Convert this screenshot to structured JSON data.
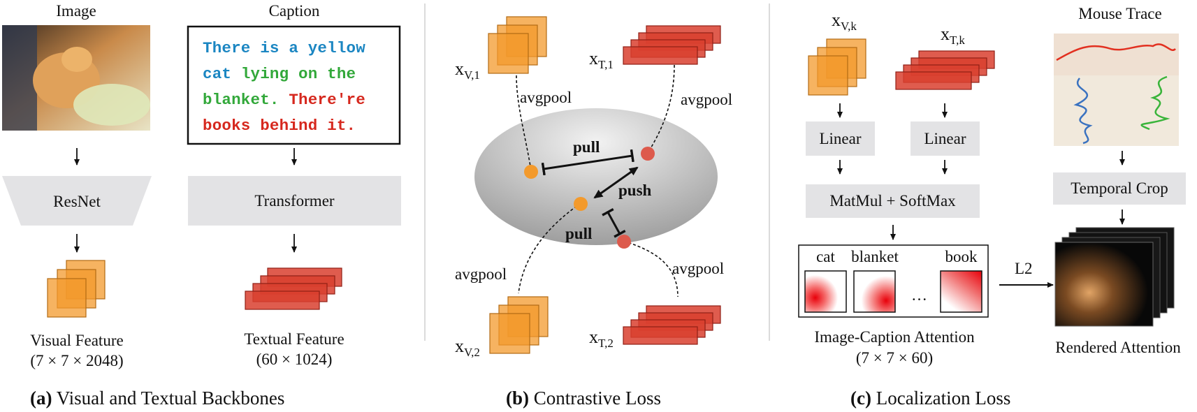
{
  "panel_a": {
    "image_title": "Image",
    "caption_title": "Caption",
    "caption_segments": [
      {
        "text": "There is a yellow",
        "color": "#1b86c2"
      },
      {
        "text": "cat",
        "color": "#1b86c2"
      },
      {
        "text": "lying on the",
        "color": "#32a83a"
      },
      {
        "text": "blanket.",
        "color": "#32a83a"
      },
      {
        "text": "There're",
        "color": "#d6281e"
      },
      {
        "text": "books behind it.",
        "color": "#d6281e"
      }
    ],
    "resnet": "ResNet",
    "transformer": "Transformer",
    "visual_feature": "Visual Feature",
    "visual_dims": "(7 × 7 × 2048)",
    "textual_feature": "Textual Feature",
    "textual_dims": "(60 × 1024)",
    "label_bold": "(a)",
    "label_text": "Visual and Textual Backbones"
  },
  "panel_b": {
    "xv1_base": "x",
    "xv1_sub": "V,1",
    "xt1_base": "x",
    "xt1_sub": "T,1",
    "xv2_base": "x",
    "xv2_sub": "V,2",
    "xt2_base": "x",
    "xt2_sub": "T,2",
    "avgpool": "avgpool",
    "pull": "pull",
    "push": "push",
    "label_bold": "(b)",
    "label_text": "Contrastive Loss"
  },
  "panel_c": {
    "xvk_base": "x",
    "xvk_sub": "V,k",
    "xtk_base": "x",
    "xtk_sub": "T,k",
    "linear": "Linear",
    "matmul": "MatMul + SoftMax",
    "words": [
      "cat",
      "blanket",
      "book"
    ],
    "ellipsis": "…",
    "attention_title": "Image-Caption Attention",
    "attention_dims": "(7 × 7 × 60)",
    "l2": "L2",
    "mouse_trace": "Mouse Trace",
    "temporal_crop": "Temporal Crop",
    "rendered_attention": "Rendered Attention",
    "label_bold": "(c)",
    "label_text": "Localization Loss"
  },
  "colors": {
    "orange": "#f39a2c",
    "orange_edge": "#b26a14",
    "red": "#d9402f",
    "red_edge": "#8f1f15",
    "gray_box": "#e3e3e5",
    "node_orange": "#f39a2c",
    "node_red": "#dd5a4c"
  }
}
